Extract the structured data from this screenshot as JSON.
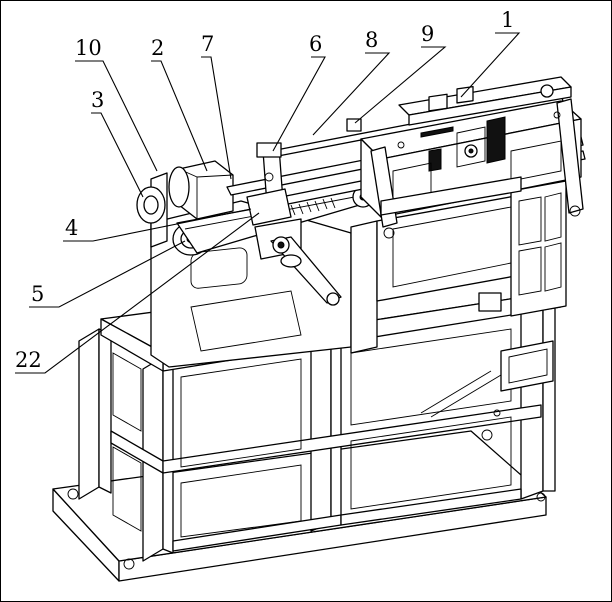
{
  "callouts": [
    {
      "id": "c1",
      "label": "1"
    },
    {
      "id": "c2",
      "label": "2"
    },
    {
      "id": "c3",
      "label": "3"
    },
    {
      "id": "c4",
      "label": "4"
    },
    {
      "id": "c5",
      "label": "5"
    },
    {
      "id": "c6",
      "label": "6"
    },
    {
      "id": "c7",
      "label": "7"
    },
    {
      "id": "c8",
      "label": "8"
    },
    {
      "id": "c9",
      "label": "9"
    },
    {
      "id": "c10",
      "label": "10"
    },
    {
      "id": "c22",
      "label": "22"
    }
  ]
}
